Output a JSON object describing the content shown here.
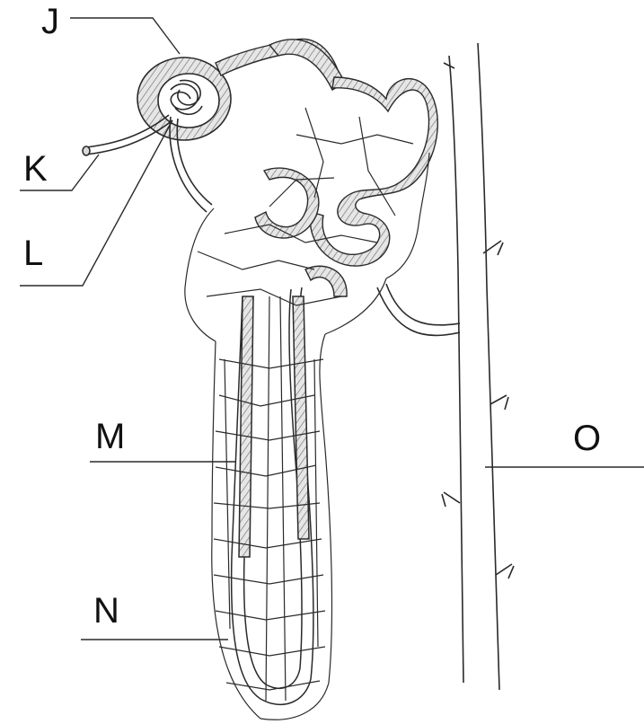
{
  "labels": {
    "j": "J",
    "k": "K",
    "l": "L",
    "m": "M",
    "n": "N",
    "o": "O"
  },
  "colors": {
    "ink": "#2a2a2a",
    "tubule_fill": "#d9d9d9",
    "background": "#ffffff"
  }
}
